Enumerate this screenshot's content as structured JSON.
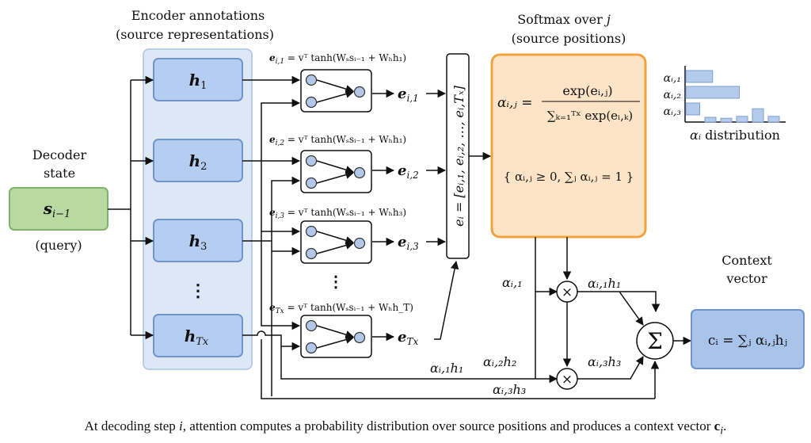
{
  "titles": {
    "encoder_line1": "Encoder annotations",
    "encoder_line2": "(source representations)",
    "decoder_line1": "Decoder",
    "decoder_line2": "state",
    "query": "(query)",
    "softmax_line1": "Softmax over ",
    "softmax_var": "j",
    "softmax_line2": "(source positions)",
    "context_line1": "Context",
    "context_line2": "vector"
  },
  "decoder": {
    "symbol": "s",
    "subscript": "i−1"
  },
  "encoder_states": [
    {
      "symbol": "h",
      "subscript": "1"
    },
    {
      "symbol": "h",
      "subscript": "2"
    },
    {
      "symbol": "h",
      "subscript": "3"
    },
    {
      "symbol": "h",
      "subscript": "Tx"
    }
  ],
  "ellipsis": "⋮",
  "score_equations": [
    {
      "lhs": "e",
      "lhs_sub": "i,1",
      "rhs": " = vᵀ tanh(Wₛsᵢ₋₁ + Wₕh₁)",
      "output": "e",
      "output_sub": "i,1"
    },
    {
      "lhs": "e",
      "lhs_sub": "i,2",
      "rhs": " = vᵀ tanh(Wₛsᵢ₋₁ + Wₕh₁)",
      "output": "e",
      "output_sub": "i,2"
    },
    {
      "lhs": "e",
      "lhs_sub": "i,3",
      "rhs": " = vᵀ tanh(Wₛsᵢ₋₁ + Wₕh₃)",
      "output": "e",
      "output_sub": "i,3"
    },
    {
      "lhs": "e",
      "lhs_sub": "Tx",
      "rhs": " = vᵀ tanh(Wₛsᵢ₋₁ + Wₕh_T)",
      "output": "e",
      "output_sub": "Tx"
    }
  ],
  "score_vector": "eᵢ = [eᵢ,₁, eᵢ,₂, …, eᵢ,Tₓ]",
  "softmax": {
    "lhs": "αᵢ,ⱼ =",
    "numerator": "exp(eᵢ,ⱼ)",
    "denominator": "∑ₖ₌₁ᵀˣ exp(eᵢ,ₖ)",
    "constraint": "{ αᵢ,ⱼ ≥ 0, ∑ⱼ αᵢ,ⱼ = 1 }"
  },
  "distribution": {
    "labels": [
      "αᵢ,₁",
      "αᵢ,₂",
      "αᵢ,₃"
    ],
    "xlabel_var": "αᵢ",
    "xlabel_text": " distribution"
  },
  "chart_data": {
    "type": "bar",
    "title": "αᵢ distribution",
    "horizontal_bars": [
      {
        "label": "αᵢ,₁",
        "value": 0.27
      },
      {
        "label": "αᵢ,₂",
        "value": 0.54
      },
      {
        "label": "αᵢ,₃",
        "value": 0.14
      }
    ],
    "vertical_bars": [
      0.15,
      0.12,
      0.18,
      0.42,
      0.18
    ],
    "xlabel": "αᵢ distribution",
    "ylabel": ""
  },
  "weights": {
    "alpha_1": "αᵢ,₁",
    "prod_1": "αᵢ,₁h₁",
    "prod_3": "αᵢ,₃h₃",
    "bottom_1": "αᵢ,₁h₁",
    "bottom_2": "αᵢ,₂h₂",
    "bottom_3": "αᵢ,₃h₃",
    "multiply_symbol": "×",
    "sum_symbol": "Σ"
  },
  "context": {
    "formula": "cᵢ = ∑ⱼ αᵢ,ⱼhⱼ"
  },
  "caption": {
    "pre": "At decoding step ",
    "var": "i",
    "mid": ", attention computes a probability distribution over source positions and produces a context vector ",
    "vec": "c",
    "vec_sub": "i",
    "end": "."
  },
  "colors": {
    "decoder_fill": "#b9d9a3",
    "decoder_stroke": "#7fb36a",
    "encoder_panel_fill": "#dce8f6",
    "encoder_panel_stroke": "#b7cde9",
    "encoder_box_fill": "#b5cdf0",
    "encoder_box_stroke": "#6f95cc",
    "softmax_fill": "#fde4c6",
    "softmax_stroke": "#f0a33a",
    "context_fill": "#a8c4ea",
    "context_stroke": "#6f95cc",
    "node_fill": "#b3c8e8",
    "bar_fill": "#b5cbeb",
    "bar_stroke": "#7d9fd0"
  }
}
